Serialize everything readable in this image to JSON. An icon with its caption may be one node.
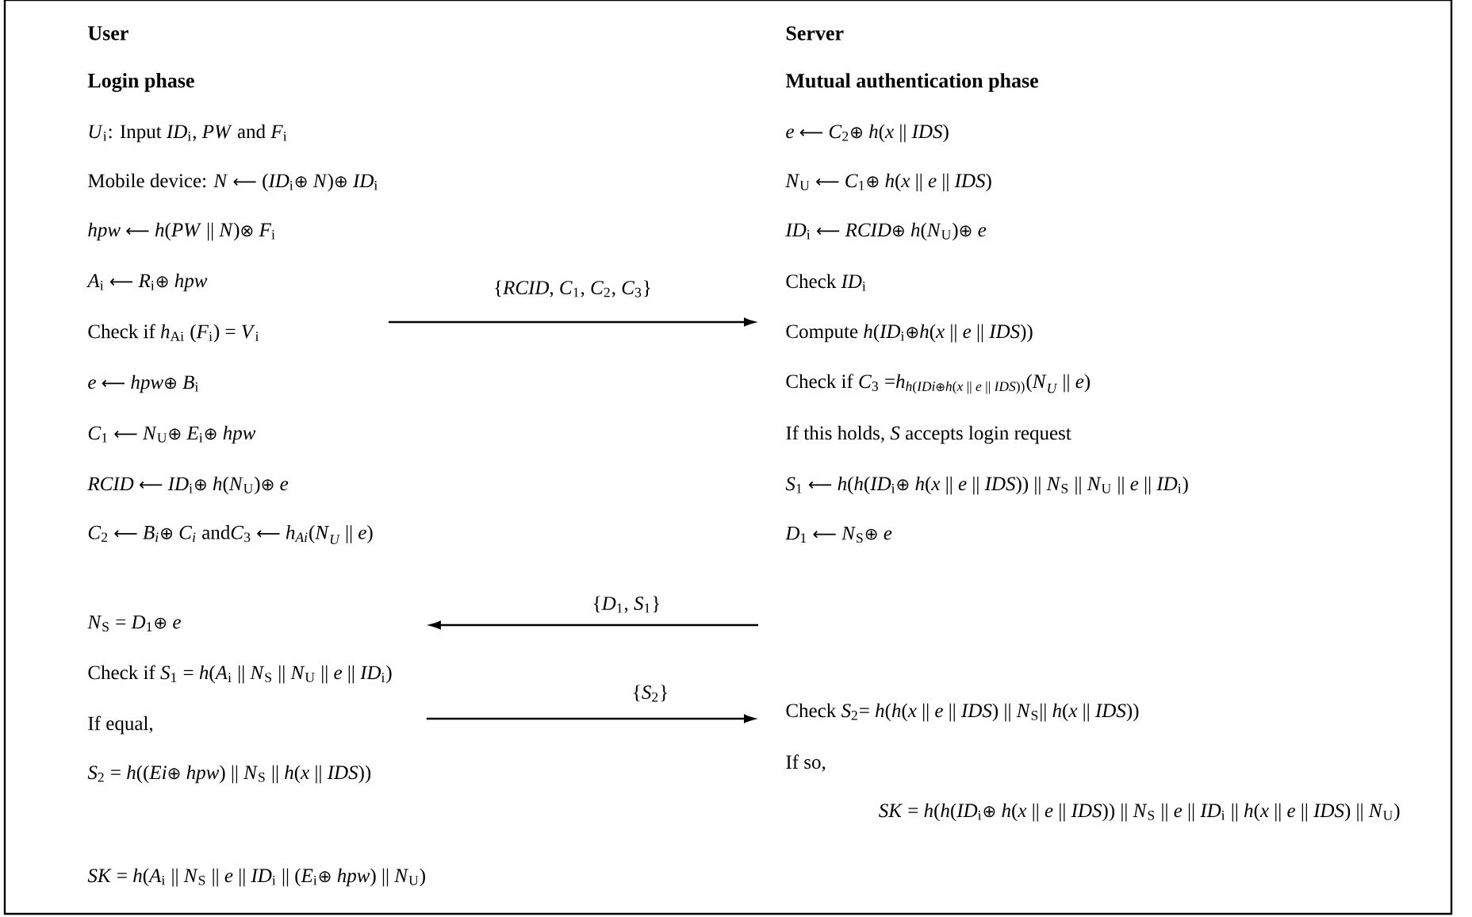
{
  "diagram": {
    "nodes": [
      {
        "text": [
          "User",
          "Login phase",
          "*U*$_{i}$: Input *ID*$_{i}$, *PW* and *F*$_{i}$",
          "Mobile device: *N* ⟵ (*ID*$_{i}$⊕ *N*)⊕ *ID*$_{i}$",
          "*hpw* ⟵ *h*(*PW* || *N*)⊗ *F*$_{i}$",
          "*A*$_{i}$ ⟵ *R*$_{i}$⊕ *hpw*",
          "Check if *h*$_{Ai}$ (*F*$_{i}$) = *V*$_{i}$",
          "*e* ⟵ *hpw*⊕ *B*$_{i}$",
          "*C*$_{1}$ ⟵ *N*$_{U}$⊕ *E*$_{i}$⊕ *hpw*",
          "*RCID* ⟵ *ID*$_{i}$⊕ *h*(*N*$_{U}$)⊕ *e*",
          "\\text{\\textit{C}}_{\\text{2}}\\text{ ⟵ \\textit{B}}_{\\textit{i}}\\text{⊕ \\textit{C}}_{\\textit{i}}\\text{ and\\textit{C}}_{\\text{3}}\\text{ ⟵ \\textit{h}}_{\\textit{Ai}}\\text{(\\textit{N}}_{\\textit{U}}\\text{ || \\textit{e})}",
          "*N*$_{S}$ = *D*$_{1}$⊕ *e*",
          "Check if *S*$_{1}$ = *h*(*A*$_{i}$ || *N*$_{S}$ || *N*$_{U}$ || *e* || *ID*$_{i}$)",
          "If equal,",
          "*S*$_{2}$ = *h*((*Ei*⊕ *hpw*) || *N*$_{S}$ || *h*(*x* || *IDS*))",
          "*SK* = *h*(*A*$_{i}$ || *N*$_{S}$ || *e* || *ID*$_{i}$ || (*E*$_{i}$⊕ *hpw*) || *N*$_{U}$)"
        ]
      },
      {
        "text": [
          "Server",
          "Mutual authentication phase",
          "*e* ⟵ *C*$_{2}$⊕ *h*(*x* || *IDS*)",
          "*N*$_{U}$ ⟵ *C*$_{1}$⊕ *h*(*x* || *e* || *IDS*)",
          "*ID*$_{i}$ ⟵ *RCID*⊕ *h*(*N*$_{U}$)⊕ *e*",
          "Check *ID*$_{i}$",
          "Compute *h*(*ID*$_{i}$⊕*h*(*x* || *e* || *IDS*))",
          "\\text{Check if \\textit{C}}_{\\text{3}}\\text{ =\\textit{h}}_{\\text{\\textit{h}(\\textit{IDi}⊕\\textit{h}(\\textit{x} || \\textit{e} || \\textit{IDS}))}}\\text{(\\textit{N}}_{\\textit{U}}\\text{ || \\textit{e})}",
          "If this holds, *S* accepts login request",
          "*S*$_{1}$ ⟵ *h*(*h*(*ID*$_{i}$⊕ *h*(*x* || *e* || *IDS*)) || *N*$_{S}$ || *N*$_{U}$ || *e* || *ID*$_{i}$)",
          "*D*$_{1}$ ⟵ *N*$_{S}$⊕ *e*",
          "Check *S*$_{2}$= *h*(*h*(*x* || *e* || *IDS*) || *N*$_{S}$|| *h*(*x* || *IDS*))",
          "If so,",
          "*SK* = *h*(*h*(*ID*$_{i}$⊕ *h*(*x* || *e* || *IDS*)) || *N*$_{S}$ || *e* || *ID*$_{i}$ || *h*(*x* || *e* || *IDS*) || *N*$_{U}$)"
        ]
      }
    ],
    "edges": [
      {
        "from": 0,
        "to": 1,
        "arrow": "to",
        "label": "{*RCID*, *C*$_{1}$, *C*$_{2}$, *C*$_{3}$}"
      },
      {
        "from": 1,
        "to": 0,
        "arrow": "to",
        "label": "{*D*$_{1}$, *S*$_{1}$}"
      },
      {
        "from": 0,
        "to": 1,
        "arrow": "to",
        "label": "{*S*$_{2}$}"
      }
    ]
  }
}
